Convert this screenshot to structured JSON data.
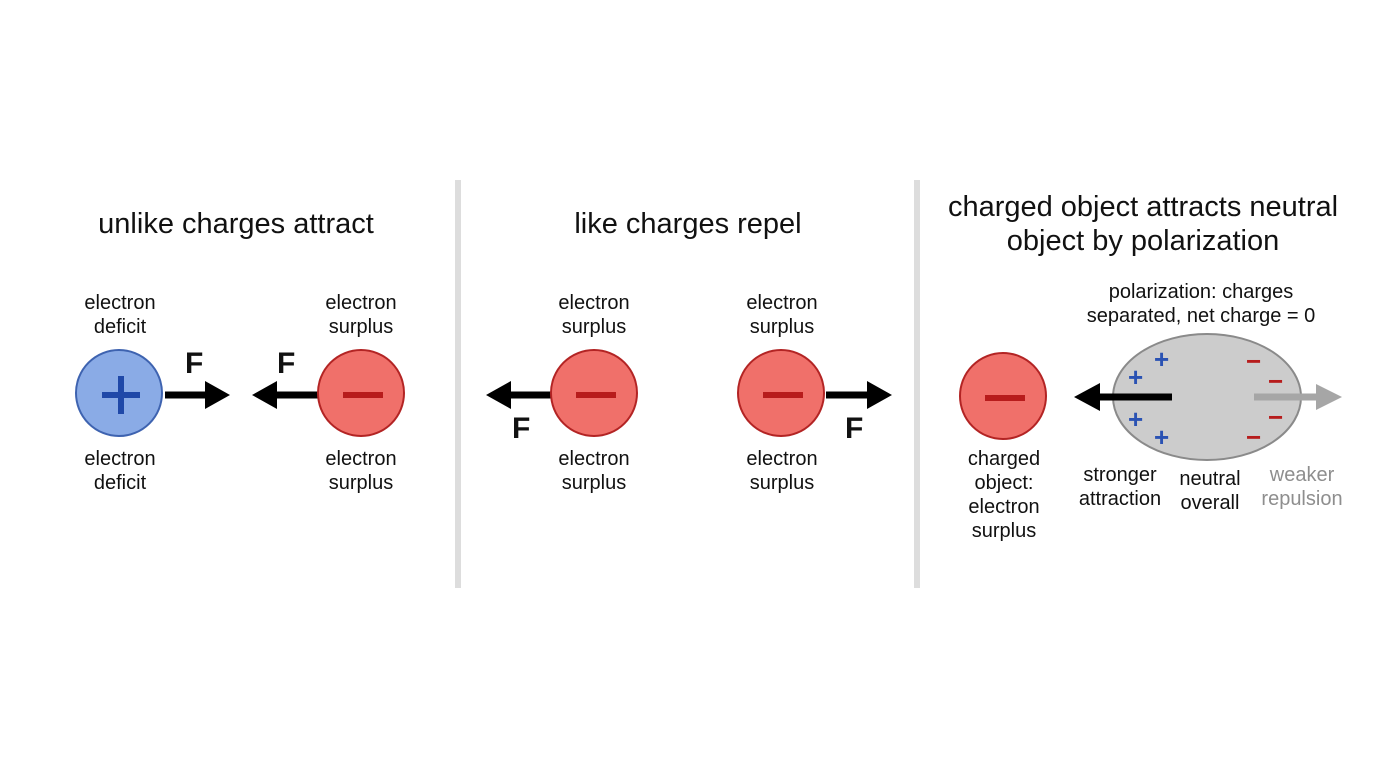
{
  "panels": [
    {
      "title": "unlike charges attract",
      "left_top": "electron\ndeficit",
      "left_bottom": "electron\ndeficit",
      "right_top": "electron\nsurplus",
      "right_bottom": "electron\nsurplus",
      "force_left": "F",
      "force_right": "F"
    },
    {
      "title": "like charges repel",
      "left_top": "electron\nsurplus",
      "left_bottom": "electron\nsurplus",
      "right_top": "electron\nsurplus",
      "right_bottom": "electron\nsurplus",
      "force_left": "F",
      "force_right": "F"
    },
    {
      "title": "charged object attracts neutral\nobject by polarization",
      "polarization_note": "polarization: charges\nseparated, net charge = 0",
      "charged_label": "charged\nobject:\nelectron\nsurplus",
      "stronger_label": "stronger\nattraction",
      "neutral_label": "neutral\noverall",
      "weaker_label": "weaker\nrepulsion"
    }
  ],
  "symbols": {
    "plus": "+",
    "minus": "−"
  },
  "colors": {
    "negative_fill": "#f0706a",
    "negative_stroke": "#b32424",
    "positive_fill": "#8aabe6",
    "positive_stroke": "#3e63b0",
    "neutral_fill": "#cccccc",
    "divider": "#dddddd",
    "weak_arrow": "#a6a6a6"
  },
  "icons": [
    "positive-charge-icon",
    "negative-charge-icon",
    "force-arrow-icon"
  ]
}
